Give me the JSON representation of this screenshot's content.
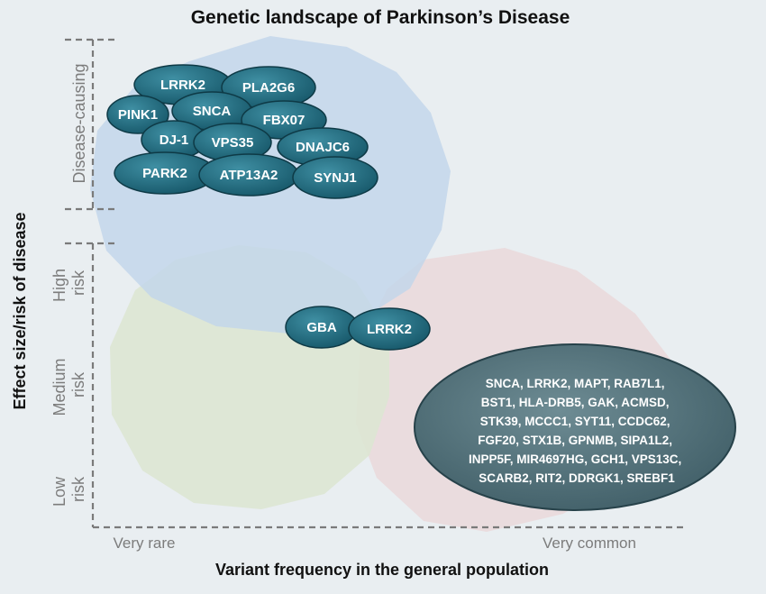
{
  "title": "Genetic landscape of Parkinson’s Disease",
  "axes": {
    "y_title": "Effect size/risk of disease",
    "x_title": "Variant frequency in the general population",
    "x_left": "Very rare",
    "x_right": "Very common"
  },
  "bands": {
    "disease_causing": "Disease-causing",
    "high": [
      "High",
      "risk"
    ],
    "medium": [
      "Medium",
      "risk"
    ],
    "low": [
      "Low",
      "risk"
    ]
  },
  "groups": {
    "disease_causing_genes": [
      "LRRK2",
      "PLA2G6",
      "PINK1",
      "SNCA",
      "FBX07",
      "DJ-1",
      "VPS35",
      "DNAJC6",
      "PARK2",
      "ATP13A2",
      "SYNJ1"
    ],
    "medium_genes": [
      "GBA",
      "LRRK2"
    ],
    "common_lines": [
      "SNCA, LRRK2, MAPT, RAB7L1,",
      "BST1, HLA-DRB5, GAK, ACMSD,",
      "STK39, MCCC1, SYT11, CCDC62,",
      "FGF20, STX1B, GPNMB, SIPA1L2,",
      "INPP5F, MIR4697HG, GCH1, VPS13C,",
      "SCARB2, RIT2, DDRGK1, SREBF1"
    ]
  },
  "colors": {
    "gene_fill": "#1f6a7c",
    "gene_stroke": "#0e3a46",
    "common_fill": "#4b6b74",
    "blob_blue": "#c9dbeb",
    "blob_green": "#dde5d3",
    "blob_pink": "#ead9dc"
  }
}
